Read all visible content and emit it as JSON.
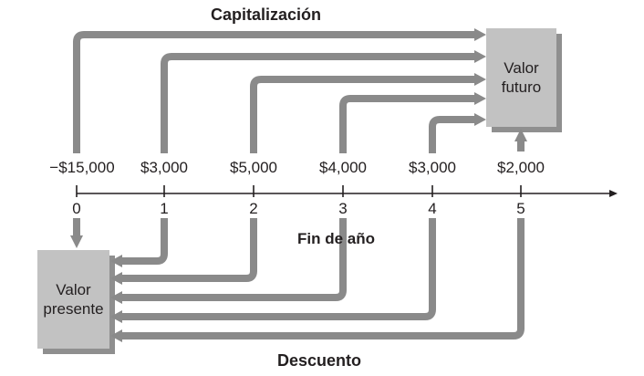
{
  "diagram": {
    "title_top": "Capitalización",
    "title_bottom": "Descuento",
    "axis_label": "Fin de año",
    "future_value_box": {
      "line1": "Valor",
      "line2": "futuro"
    },
    "present_value_box": {
      "line1": "Valor",
      "line2": "presente"
    },
    "cash_flows": [
      {
        "year": "0",
        "amount": "−$15,000"
      },
      {
        "year": "1",
        "amount": "$3,000"
      },
      {
        "year": "2",
        "amount": "$5,000"
      },
      {
        "year": "3",
        "amount": "$4,000"
      },
      {
        "year": "4",
        "amount": "$3,000"
      },
      {
        "year": "5",
        "amount": "$2,000"
      }
    ],
    "colors": {
      "arrow_gray": "#8a8a8a",
      "box_gray": "#c2c2c2",
      "box_shadow": "#8f8f8f",
      "axis": "#231f20"
    }
  }
}
